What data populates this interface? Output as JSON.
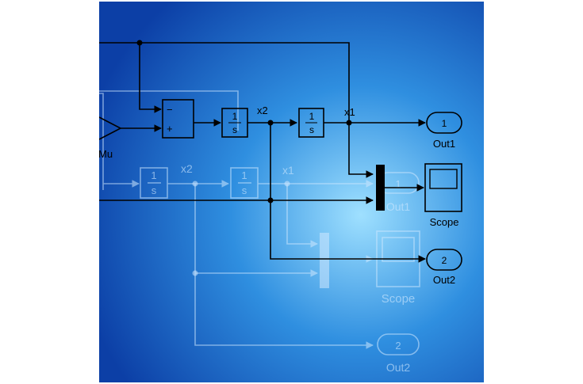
{
  "colors": {
    "bg_center": "#9fe0ff",
    "bg_mid": "#2f8fe0",
    "bg_edge": "#0c3fa6",
    "wire": "#000000",
    "ghost": "#cfe8ff"
  },
  "blocks": {
    "sum": {
      "minus": "−",
      "plus": "+"
    },
    "integrator_x2": {
      "numerator": "1",
      "denominator": "s"
    },
    "integrator_x1": {
      "numerator": "1",
      "denominator": "s"
    },
    "gain": {
      "label": "Mu"
    },
    "out1": {
      "port": "1",
      "label": "Out1"
    },
    "out2": {
      "port": "2",
      "label": "Out2"
    },
    "scope": {
      "label": "Scope"
    }
  },
  "signals": {
    "x2": "x2",
    "x1": "x1"
  },
  "ghost_layer": {
    "integrator_a": {
      "numerator": "1",
      "denominator": "s"
    },
    "integrator_b": {
      "numerator": "1",
      "denominator": "s"
    },
    "signal_x2": "x2",
    "signal_x1": "x1",
    "out1": {
      "port": "1",
      "label": "Out1"
    },
    "out2": {
      "port": "2",
      "label": "Out2"
    },
    "scope": {
      "label": "Scope"
    }
  }
}
